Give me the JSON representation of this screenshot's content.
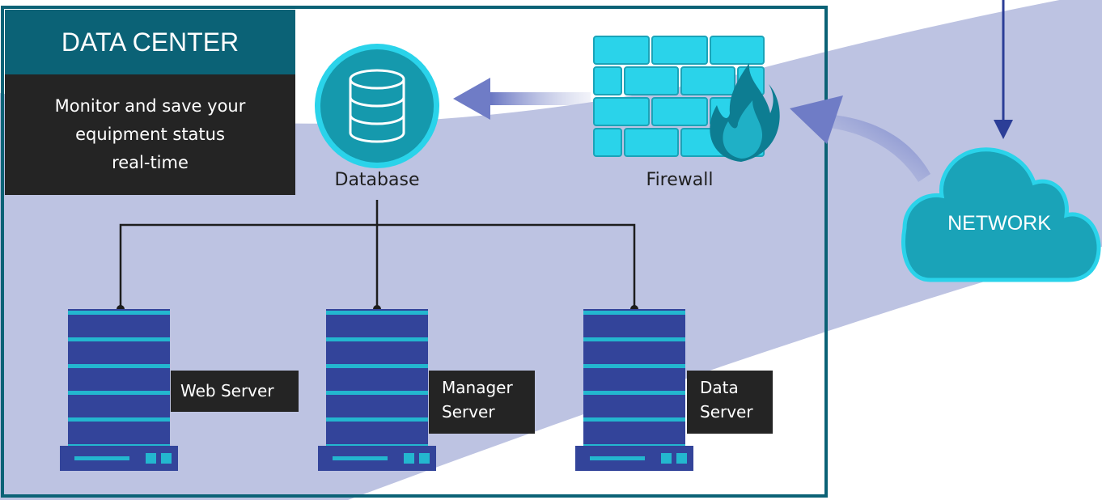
{
  "title": "DATA CENTER",
  "description": [
    "Monitor and save your",
    "equipment status",
    "real-time"
  ],
  "nodes": {
    "database": "Database",
    "firewall": "Firewall",
    "network": "NETWORK"
  },
  "servers": [
    {
      "name": "web-server",
      "label_lines": [
        "Web Server"
      ]
    },
    {
      "name": "manager-server",
      "label_lines": [
        "Manager",
        "Server"
      ]
    },
    {
      "name": "data-server",
      "label_lines": [
        "Data",
        "Server"
      ]
    }
  ],
  "colors": {
    "frame": "#0b6276",
    "title_bg": "#0b6276",
    "panel_dark": "#242424",
    "band": "#bdc3e2",
    "server_body": "#33449a",
    "server_stripe": "#23b7cf",
    "teal": "#1aa3b8",
    "cyan_light": "#2ad3ea",
    "arrow": "#6f7cc6",
    "down_arrow": "#2c3e97"
  }
}
